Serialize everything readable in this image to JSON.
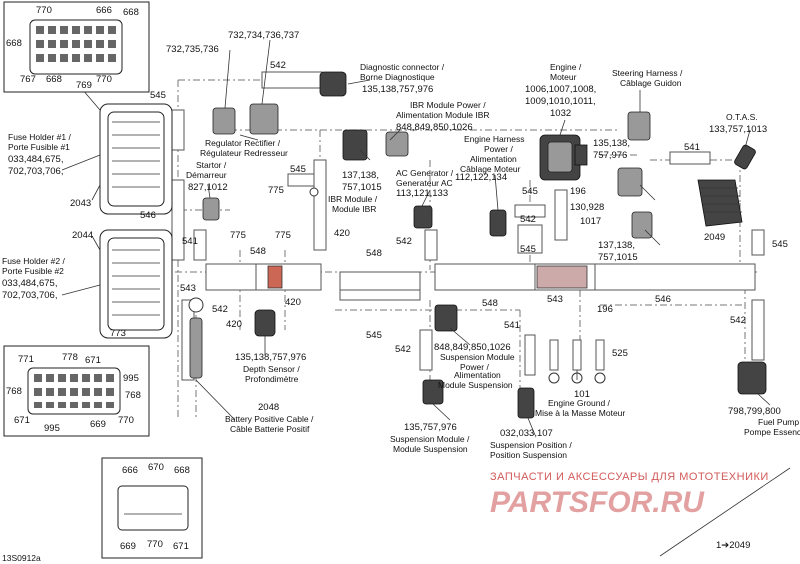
{
  "figure_code": "13S0912a",
  "insets": {
    "top_left": [
      "770",
      "666",
      "668",
      "668",
      "767",
      "668",
      "769",
      "770"
    ],
    "mid_left": [
      "771",
      "778",
      "671",
      "995",
      "768",
      "768",
      "671",
      "995",
      "669",
      "770"
    ],
    "bottom": [
      "666",
      "670",
      "668",
      "669",
      "770",
      "671"
    ]
  },
  "fuse_holder_1": {
    "title": "Fuse Holder #1 /",
    "title_fr": "Porte Fusible #1",
    "refs_a": "033,484,675,",
    "refs_b": "702,703,706,",
    "part": "2043"
  },
  "fuse_holder_2": {
    "title": "Fuse Holder #2 /",
    "title_fr": "Porte Fusible #2",
    "refs_a": "033,484,675,",
    "refs_b": "702,703,706,",
    "part": "2044",
    "part2": "773"
  },
  "regulator": {
    "refs_top": "732,734,736,737",
    "refs_bot": "732,735,736",
    "label": "Regulator Rectifier /",
    "label_fr": "Régulateur Redresseur"
  },
  "diag": {
    "label": "Diagnostic connector /",
    "label_fr": "Borne Diagnostique",
    "refs": "135,138,757,976"
  },
  "ibr_power": {
    "label": "IBR Module Power /",
    "label_fr": "Alimentation Module IBR",
    "refs": "848,849,850,1026"
  },
  "engine": {
    "label": "Engine /",
    "label_fr": "Moteur",
    "refs_a": "1006,1007,1008,",
    "refs_b": "1009,1010,1011,",
    "refs_c": "1032"
  },
  "steering": {
    "label": "Steering Harness /",
    "label_fr": "Câblage Guidon",
    "refs_a": "135,138,",
    "refs_b": "757,976"
  },
  "otas": {
    "label": "O.T.A.S.",
    "refs": "133,757,1013"
  },
  "eng_harness": {
    "label_a": "Engine Harness",
    "label_b": "Power /",
    "label_c": "Alimentation",
    "label_d": "Câblage Moteur",
    "refs": "112,122,134"
  },
  "starter": {
    "label": "Startor /",
    "label_fr": "Démarreur",
    "refs": "827,1012"
  },
  "ibr_module": {
    "refs_a": "137,138,",
    "refs_b": "757,1015",
    "label": "IBR Module /",
    "label_fr": "Module IBR"
  },
  "ac_gen": {
    "label": "AC Generator /",
    "label_fr": "Generateur AC",
    "refs": "113,121,133"
  },
  "steer_conn": {
    "refs_a": "130,928",
    "refs_b": "1017",
    "refs_c": "137,138,",
    "refs_d": "757,1015",
    "part": "2049"
  },
  "depth": {
    "refs": "135,138,757,976",
    "label": "Depth Sensor /",
    "label_fr": "Profondimètre"
  },
  "battery": {
    "part": "2048",
    "label": "Battery Positive Cable /",
    "label_fr": "Câble Batterie Positif"
  },
  "susp_power": {
    "refs": "848,849,850,1026",
    "label_a": "Suspension Module",
    "label_b": "Power /",
    "label_c": "Alimentation",
    "label_d": "Module Suspension"
  },
  "susp_module": {
    "refs": "135,757,976",
    "label": "Suspension Module /",
    "label_fr": "Module Suspension"
  },
  "susp_position": {
    "refs": "032,033,107",
    "label": "Suspension Position /",
    "label_fr": "Position Suspension"
  },
  "ground": {
    "part": "101",
    "label": "Engine Ground /",
    "label_fr": "Mise à la Masse Moteur"
  },
  "fuel_pump": {
    "refs": "798,799,800",
    "label": "Fuel Pump /",
    "label_fr": "Pompe Essence"
  },
  "callouts": {
    "w542a": "542",
    "w545a": "545",
    "w546a": "546",
    "w541a": "541",
    "w775a": "775",
    "w545b": "545",
    "w420a": "420",
    "w775b": "775",
    "w548a": "548",
    "w775c": "775",
    "w420b": "420",
    "w542b": "542",
    "w420c": "420",
    "w543a": "543",
    "w548b": "548",
    "w542c": "542",
    "w545c": "545",
    "w542d": "542",
    "w548c": "548",
    "w545d": "545",
    "w545e": "545",
    "w542e": "542",
    "w196a": "196",
    "w543b": "543",
    "w196b": "196",
    "w546b": "546",
    "w541b": "541",
    "w545f": "545",
    "w542f": "542",
    "w541c": "541",
    "w525": "525",
    "w542g": "542"
  },
  "footer_ref": "1➔2049",
  "watermark": {
    "line1": "ЗАПЧАСТИ И АКСЕССУАРЫ ДЛЯ МОТОТЕХНИКИ",
    "line2": "PARTSFOR.RU"
  }
}
